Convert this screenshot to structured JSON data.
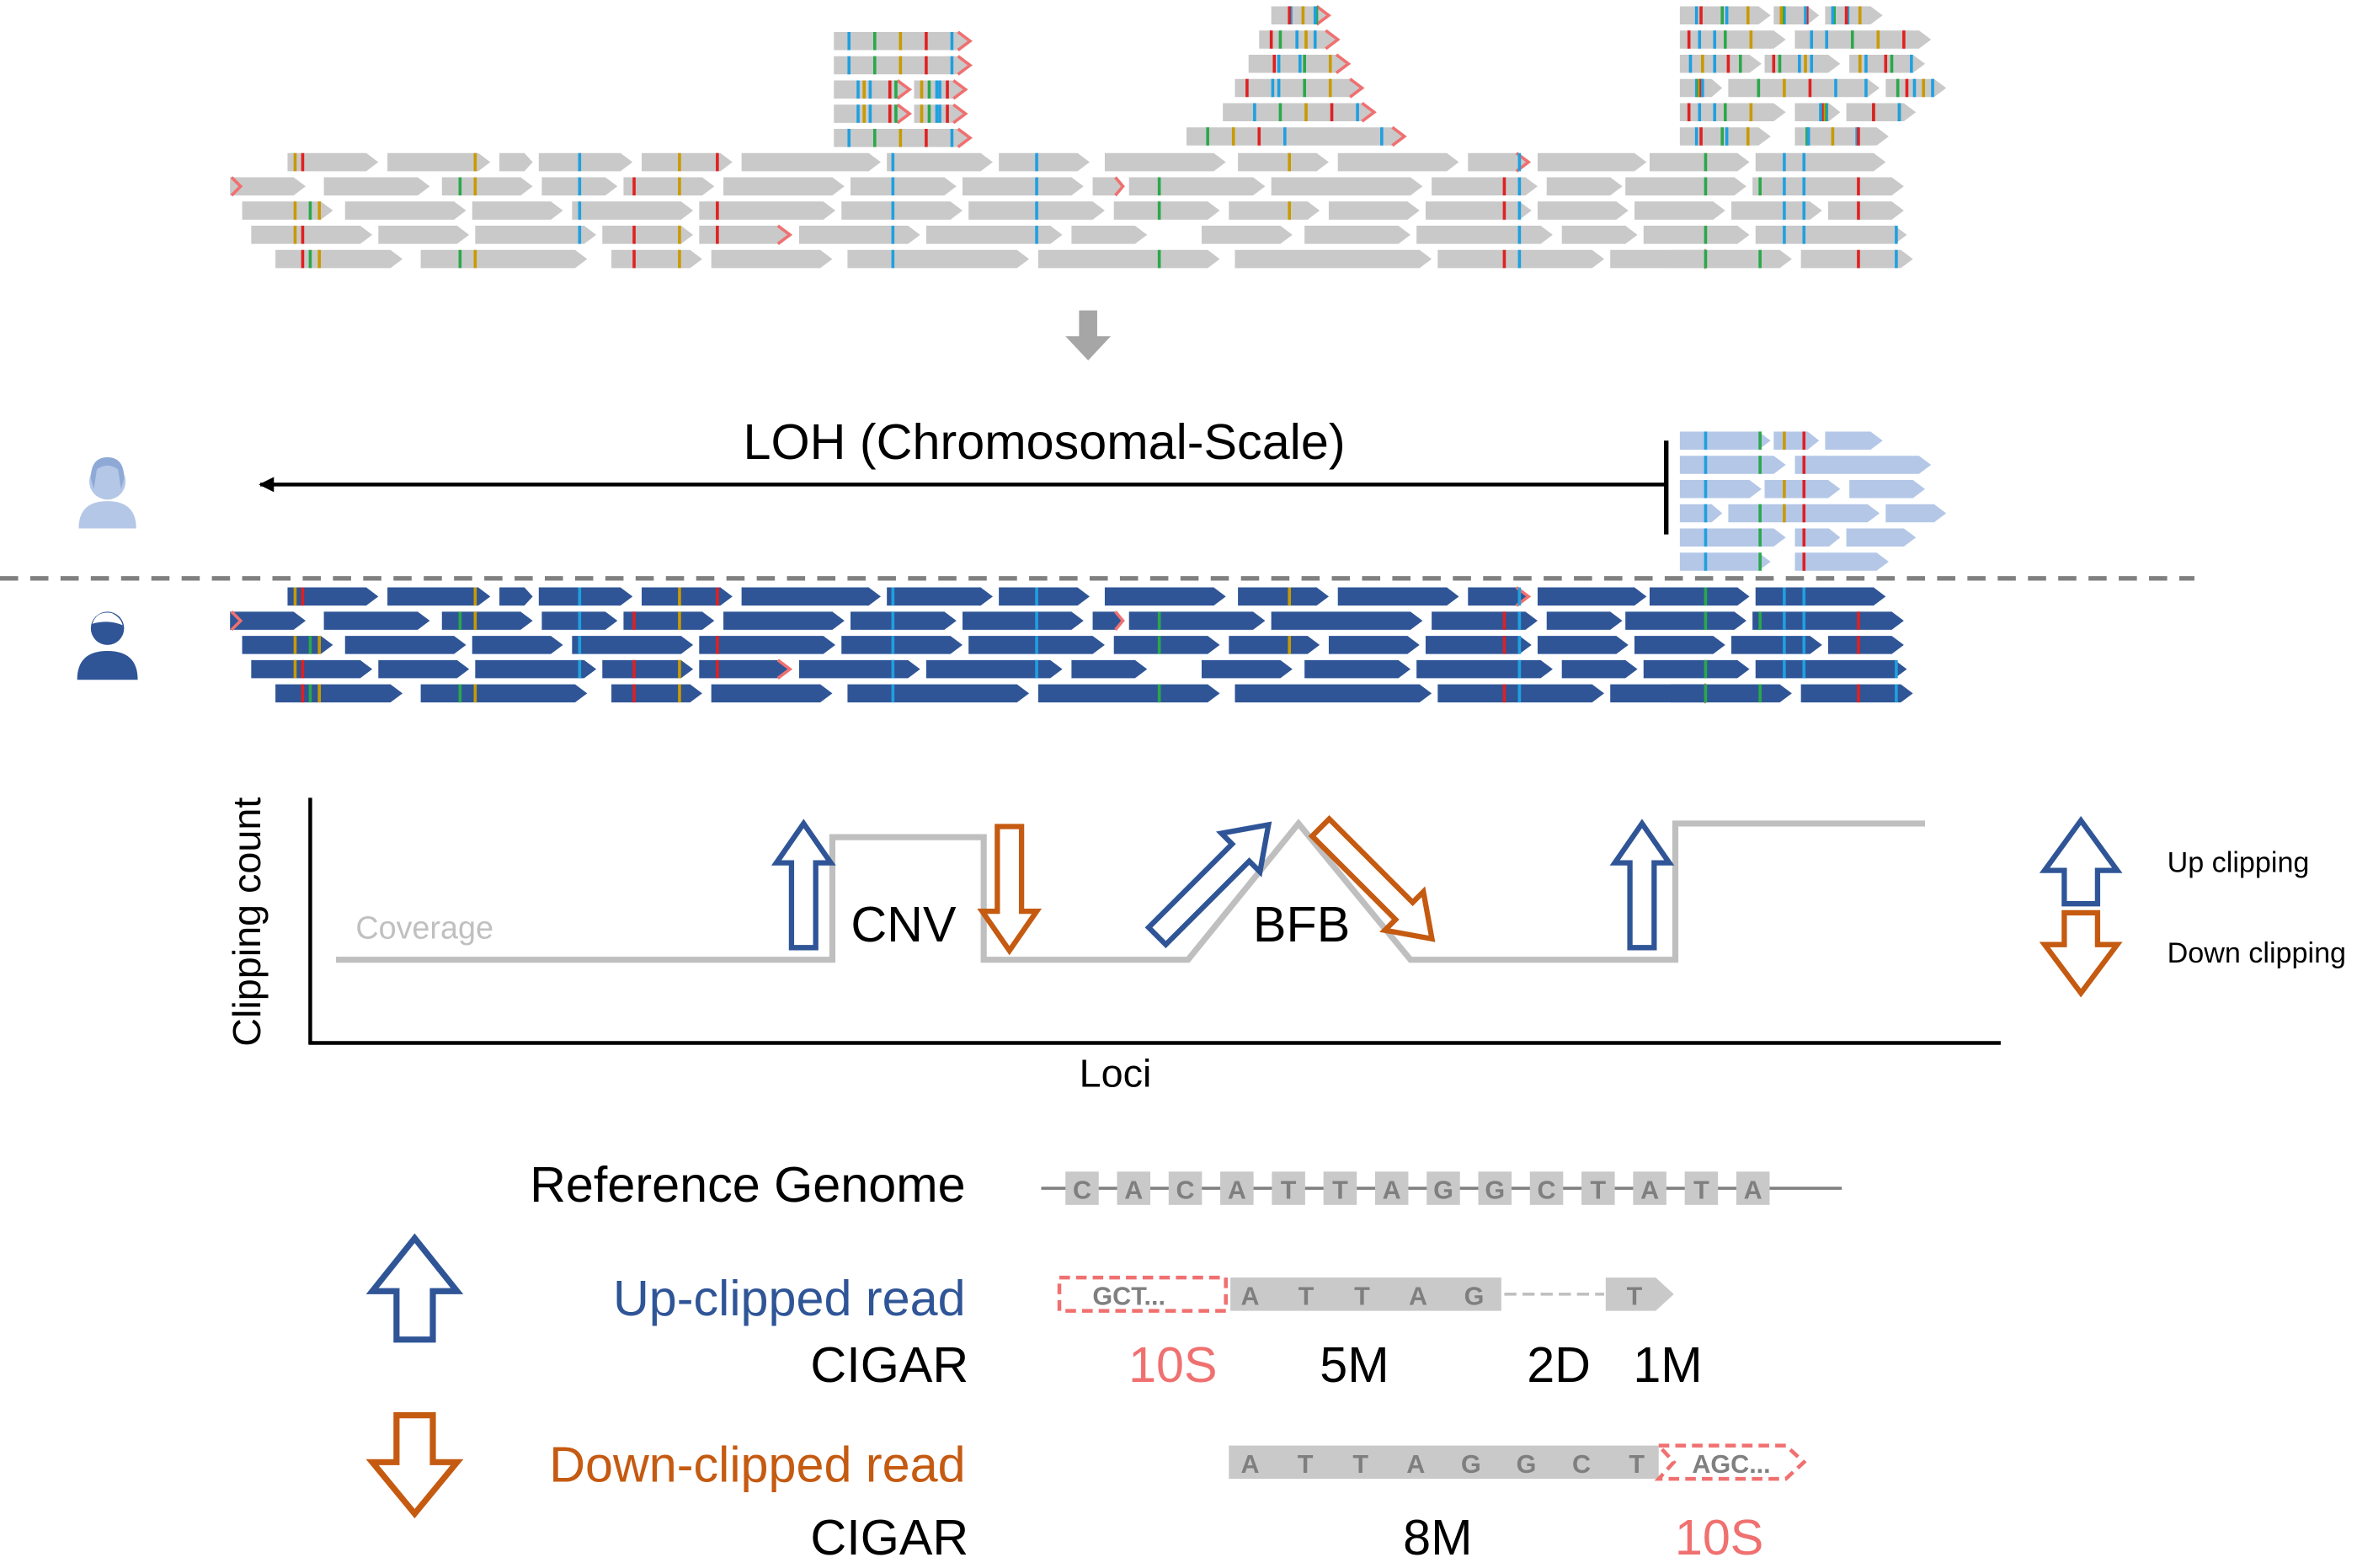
{
  "loh": {
    "label": "LOH (Chromosomal-Scale)"
  },
  "chart": {
    "y_label": "Clipping count",
    "x_label": "Loci",
    "coverage_label": "Coverage",
    "cnv_label": "CNV",
    "bfb_label": "BFB"
  },
  "legend": {
    "up": "Up clipping",
    "down": "Down clipping"
  },
  "reference": {
    "label": "Reference Genome",
    "bases": [
      "C",
      "A",
      "C",
      "A",
      "T",
      "T",
      "A",
      "G",
      "G",
      "C",
      "T",
      "A",
      "T",
      "A"
    ]
  },
  "up_read": {
    "label": "Up-clipped read",
    "clip_text": "GCT...",
    "bases": [
      "A",
      "T",
      "T",
      "A",
      "G"
    ],
    "after_gap_base": "T",
    "cigar_label": "CIGAR",
    "cigar": {
      "soft_clip": "10S",
      "match": "5M",
      "deletion": "2D",
      "match2": "1M"
    }
  },
  "down_read": {
    "label": "Down-clipped read",
    "clip_text": "AGC...",
    "bases": [
      "A",
      "T",
      "T",
      "A",
      "G",
      "G",
      "C",
      "T"
    ],
    "cigar_label": "CIGAR",
    "cigar": {
      "match": "8M",
      "soft_clip": "10S"
    }
  },
  "colors": {
    "read_grey": "#c9c9c9",
    "read_light_blue": "#b4c7e7",
    "read_dark_blue": "#2f5597",
    "up_arrow": "#2f5597",
    "down_arrow": "#c55a11",
    "soft_clip": "#f07070",
    "coverage_line": "#bfbfbf",
    "variant_colors": [
      "#1fa0e0",
      "#2aa84a",
      "#c99a00",
      "#e02020"
    ]
  }
}
